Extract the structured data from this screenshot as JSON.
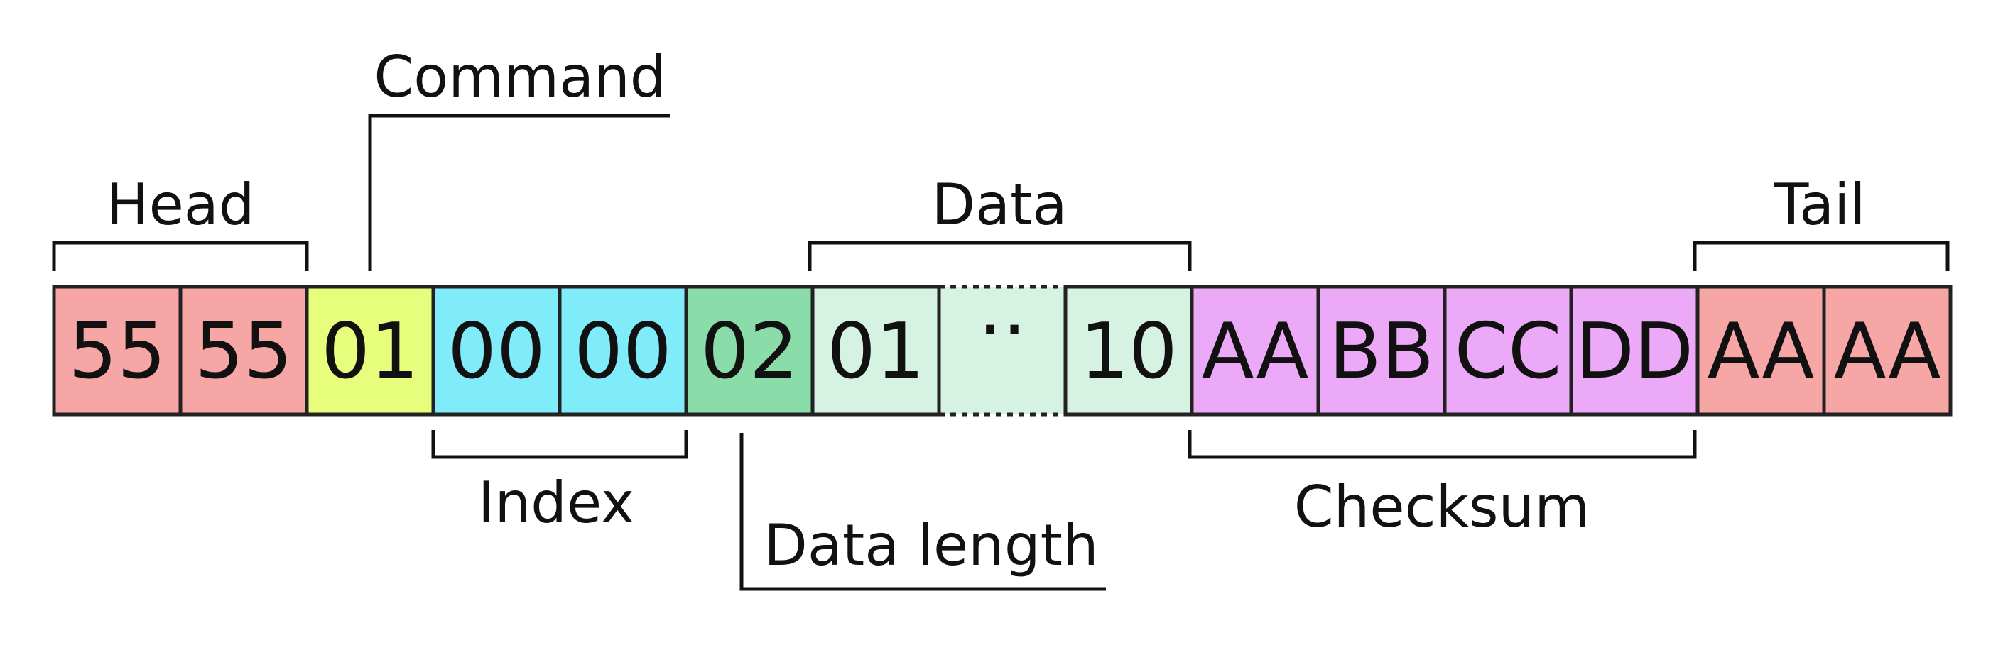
{
  "colors": {
    "head_tail": "#f7a6a6",
    "command": "#e7fd7c",
    "index": "#80ecfa",
    "data_length": "#8adca8",
    "data": "#d5f2e2",
    "checksum": "#eca9f7",
    "stroke": "#222222"
  },
  "cells": [
    {
      "text": "55",
      "group": "head"
    },
    {
      "text": "55",
      "group": "head"
    },
    {
      "text": "01",
      "group": "command"
    },
    {
      "text": "00",
      "group": "index"
    },
    {
      "text": "00",
      "group": "index"
    },
    {
      "text": "02",
      "group": "data_length"
    },
    {
      "text": "01",
      "group": "data"
    },
    {
      "text": "··",
      "group": "data",
      "dotted": true
    },
    {
      "text": "10",
      "group": "data"
    },
    {
      "text": "AA",
      "group": "checksum"
    },
    {
      "text": "BB",
      "group": "checksum"
    },
    {
      "text": "CC",
      "group": "checksum"
    },
    {
      "text": "DD",
      "group": "checksum"
    },
    {
      "text": "AA",
      "group": "tail"
    },
    {
      "text": "AA",
      "group": "tail"
    }
  ],
  "labels": {
    "head": "Head",
    "command": "Command",
    "index": "Index",
    "data_length": "Data length",
    "data": "Data",
    "checksum": "Checksum",
    "tail": "Tail"
  }
}
